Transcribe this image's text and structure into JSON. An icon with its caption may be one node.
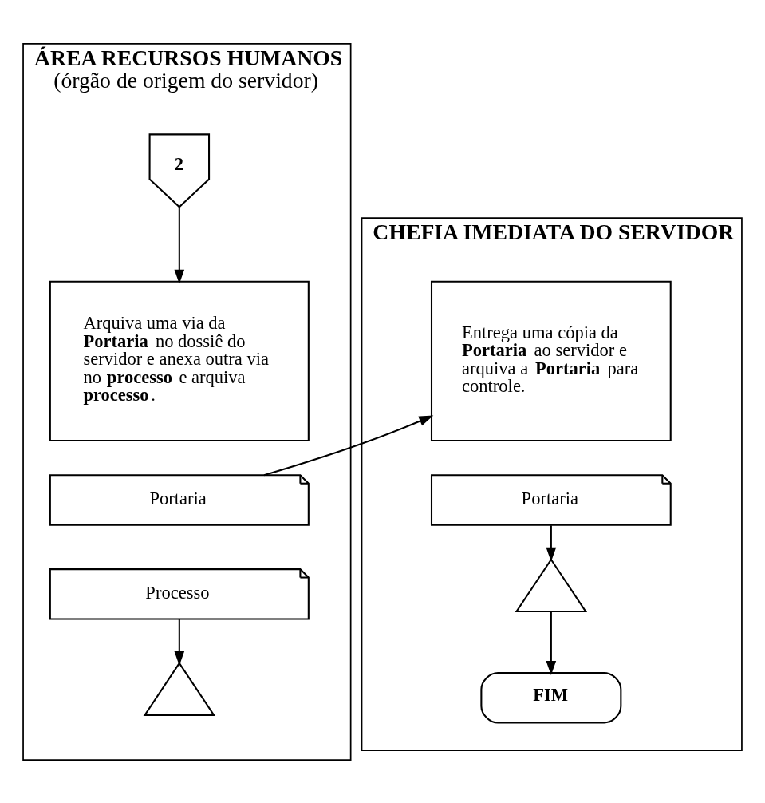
{
  "diagram": {
    "nodes": [
      {
        "text": [
          "ÁREA RECURSOS HUMANOS",
          "(órgão de origem do servidor)"
        ]
      },
      {
        "text": [
          "CHEFIA IMEDIATA DO SERVIDOR"
        ]
      },
      {
        "text": [
          "2"
        ],
        "in": 0
      },
      {
        "text": [
          "Arquiva uma via da **Portaria** no dossiê do servidor e anexa outra via no **processo** e arquiva **processo**."
        ],
        "in": 0
      },
      {
        "text": [
          "Portaria"
        ],
        "in": 0
      },
      {
        "text": [
          "Processo"
        ],
        "in": 0
      },
      {
        "text": [],
        "shape": "triangle",
        "in": 0
      },
      {
        "text": [
          "Entrega uma cópia da **Portaria** ao servidor e arquiva a **Portaria** para controle."
        ],
        "in": 1
      },
      {
        "text": [
          "Portaria"
        ],
        "in": 1
      },
      {
        "text": [],
        "shape": "triangle",
        "in": 1
      },
      {
        "text": [
          "FIM"
        ],
        "in": 1
      }
    ],
    "edges": [
      {
        "from": 2,
        "to": 3,
        "arrow": "to"
      },
      {
        "from": 4,
        "to": 7,
        "arrow": "to"
      },
      {
        "from": 5,
        "to": 6,
        "arrow": "to"
      },
      {
        "from": 8,
        "to": 9,
        "arrow": "to"
      },
      {
        "from": 9,
        "to": 10,
        "arrow": "to"
      }
    ]
  }
}
